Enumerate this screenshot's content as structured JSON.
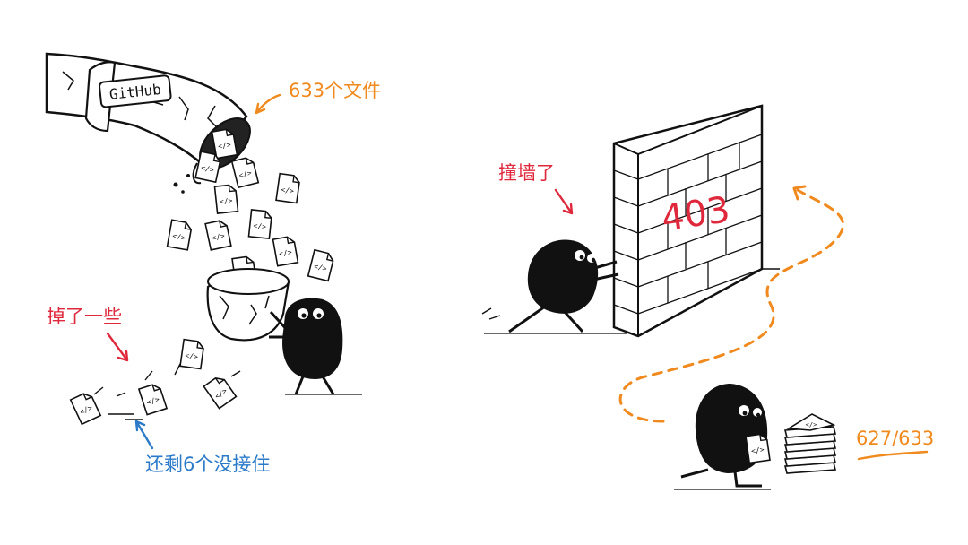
{
  "pipe": {
    "label": "GitHub"
  },
  "annotations": {
    "file_count": "633个文件",
    "dropped": "掉了一些",
    "missed": "还剩6个没接住",
    "hit_wall": "撞墙了",
    "progress": "627/633"
  },
  "wall": {
    "code": "403"
  },
  "file_icon_glyph": "</>",
  "colors": {
    "orange": "#f08a1e",
    "red": "#e0283c",
    "blue": "#2a7ac8",
    "ink": "#111111"
  }
}
